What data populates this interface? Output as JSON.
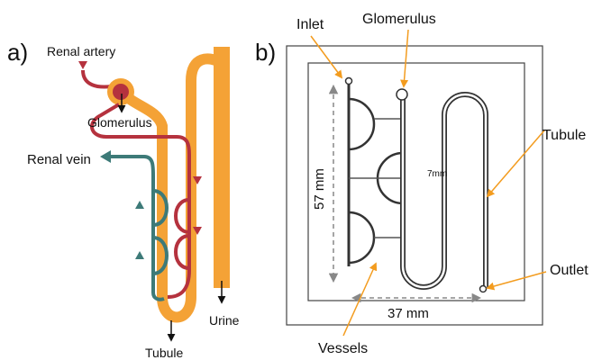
{
  "colors": {
    "tubule": "#F4A236",
    "artery": "#B5323E",
    "vein": "#3D7A78",
    "pointer": "#F39C1F",
    "dimension": "#888888",
    "device_line": "#333333"
  },
  "panel_a": {
    "label": "a)",
    "renal_artery": "Renal artery",
    "glomerulus": "Glomerulus",
    "renal_vein": "Renal vein",
    "tubule": "Tubule",
    "urine": "Urine"
  },
  "panel_b": {
    "label": "b)",
    "inlet": "Inlet",
    "glomerulus": "Glomerulus",
    "tubule": "Tubule",
    "outlet": "Outlet",
    "vessels": "Vessels",
    "height": "57 mm",
    "width": "37 mm",
    "channel_gap": "7mm"
  }
}
